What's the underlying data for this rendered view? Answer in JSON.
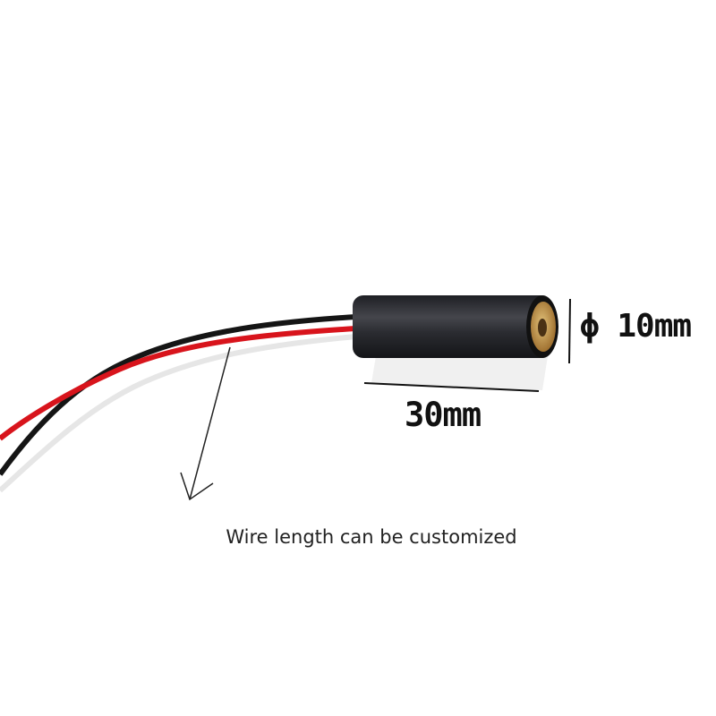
{
  "product": {
    "diameter_label": "ϕ 10mm",
    "length_label": "30mm",
    "caption": "Wire length can be customized"
  },
  "colors": {
    "body": "#2a2b30",
    "wire_red": "#d8141c",
    "wire_black": "#151515",
    "wire_white": "#e6e6e6",
    "lens_brass": "#b8873e"
  }
}
